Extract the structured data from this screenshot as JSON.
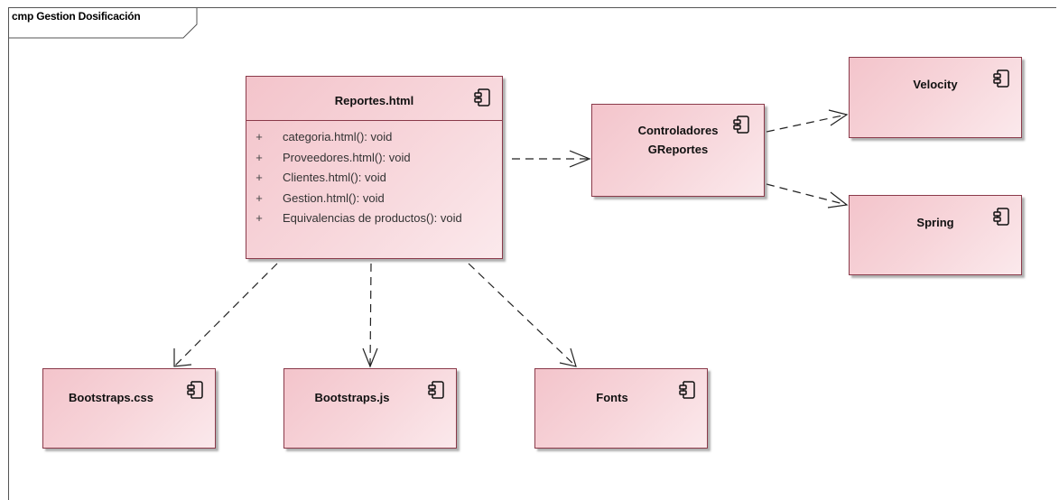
{
  "diagram": {
    "frame_title": "cmp Gestion Dosificación",
    "components": {
      "reportes": {
        "name": "Reportes.html",
        "operations": [
          {
            "visibility": "+",
            "signature": "categoria.html(): void"
          },
          {
            "visibility": "+",
            "signature": "Proveedores.html(): void"
          },
          {
            "visibility": "+",
            "signature": "Clientes.html(): void"
          },
          {
            "visibility": "+",
            "signature": "Gestion.html(): void"
          },
          {
            "visibility": "+",
            "signature": "Equivalencias de productos(): void"
          }
        ]
      },
      "controladores": {
        "name_line1": "Controladores",
        "name_line2": "GReportes"
      },
      "velocity": {
        "name": "Velocity"
      },
      "spring": {
        "name": "Spring"
      },
      "bootstraps_css": {
        "name": "Bootstraps.css"
      },
      "bootstraps_js": {
        "name": "Bootstraps.js"
      },
      "fonts": {
        "name": "Fonts"
      }
    },
    "dependencies": [
      {
        "from": "reportes",
        "to": "controladores",
        "type": "dependency"
      },
      {
        "from": "controladores",
        "to": "velocity",
        "type": "dependency"
      },
      {
        "from": "controladores",
        "to": "spring",
        "type": "dependency"
      },
      {
        "from": "reportes",
        "to": "bootstraps_css",
        "type": "dependency"
      },
      {
        "from": "reportes",
        "to": "bootstraps_js",
        "type": "dependency"
      },
      {
        "from": "reportes",
        "to": "fonts",
        "type": "dependency"
      }
    ],
    "colors": {
      "component_fill": "#f6d0d6",
      "component_border": "#8a3a4a",
      "edge": "#222222"
    }
  }
}
